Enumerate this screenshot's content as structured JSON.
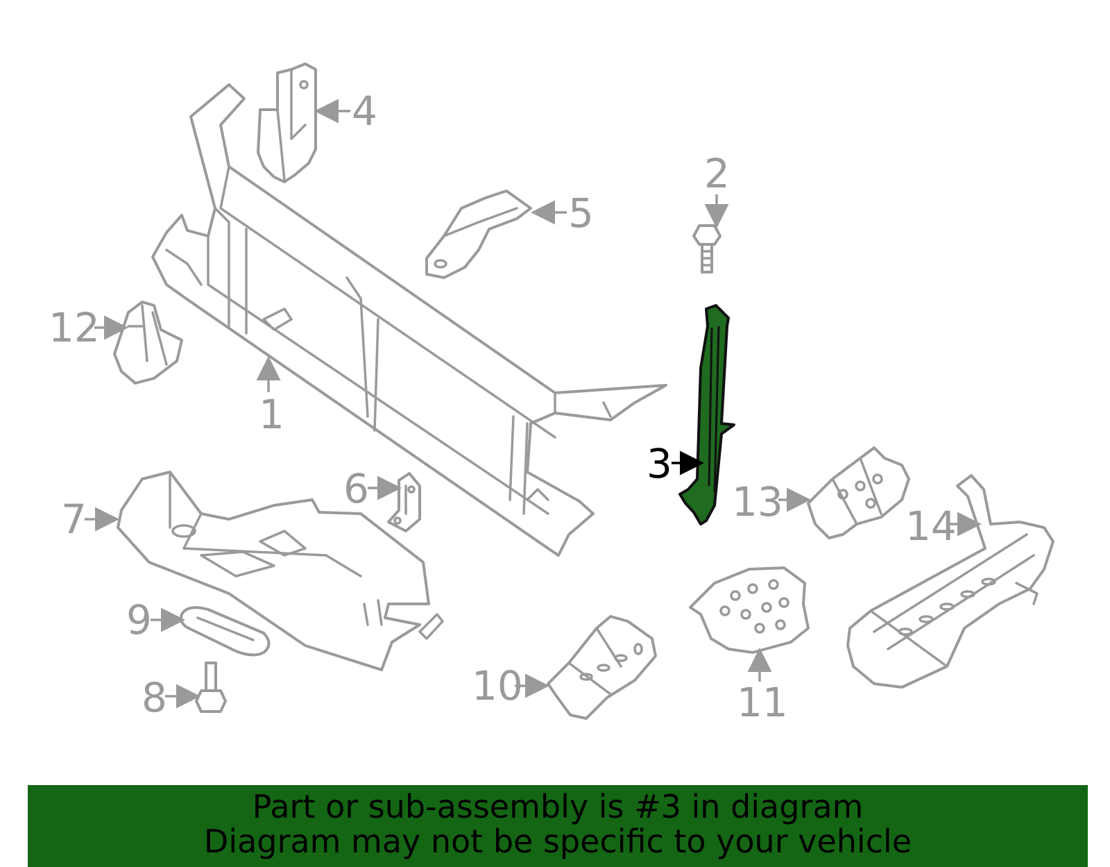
{
  "diagram": {
    "highlighted_part": "3",
    "callouts": [
      {
        "label": "1"
      },
      {
        "label": "2"
      },
      {
        "label": "3"
      },
      {
        "label": "4"
      },
      {
        "label": "5"
      },
      {
        "label": "6"
      },
      {
        "label": "7"
      },
      {
        "label": "8"
      },
      {
        "label": "9"
      },
      {
        "label": "10"
      },
      {
        "label": "11"
      },
      {
        "label": "12"
      },
      {
        "label": "13"
      },
      {
        "label": "14"
      }
    ],
    "colors": {
      "outline": "#9a9a9a",
      "highlight": "#1f6b1f",
      "banner": "#146614"
    }
  },
  "banner": {
    "line1": "Part or sub-assembly is #3 in diagram",
    "line2": "Diagram may not be specific to your vehicle"
  }
}
